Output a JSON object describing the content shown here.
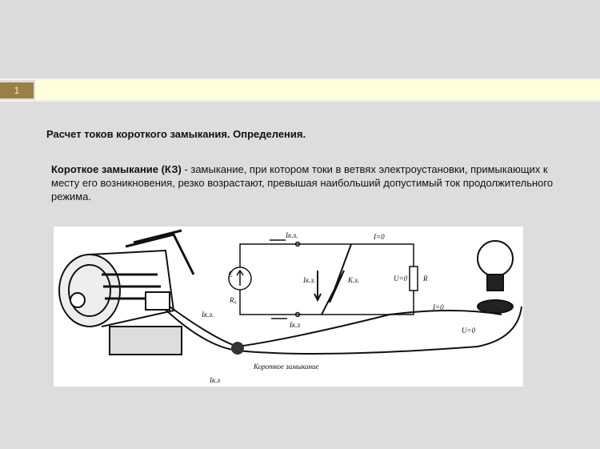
{
  "slide": {
    "number": "1"
  },
  "heading": "Расчет токов короткого замыкания. Определения.",
  "definition": {
    "term": "Короткое замыкание (КЗ)",
    "text": " - замыкание, при котором токи в ветвях электроустановки, примыкающих к месту его возникновения, резко возрастают, превышая наибольший допустимый ток продолжительного режима."
  },
  "figure": {
    "labels": {
      "ikz_top": "Iк.з.",
      "i_zero_top": "I=0",
      "e": "E",
      "r0": "R₀",
      "ikz_mid": "Iк.з.",
      "kz": "К.з.",
      "u_zero_r": "U=0",
      "r": "R",
      "ikz_bottom": "Iк.з",
      "i_zero_line": "I=0",
      "u_zero_line": "U=0",
      "ikz_motor": "Iк.з.",
      "ikz_ground": "Iк.з",
      "short_circuit": "Короткое замыкание"
    }
  }
}
